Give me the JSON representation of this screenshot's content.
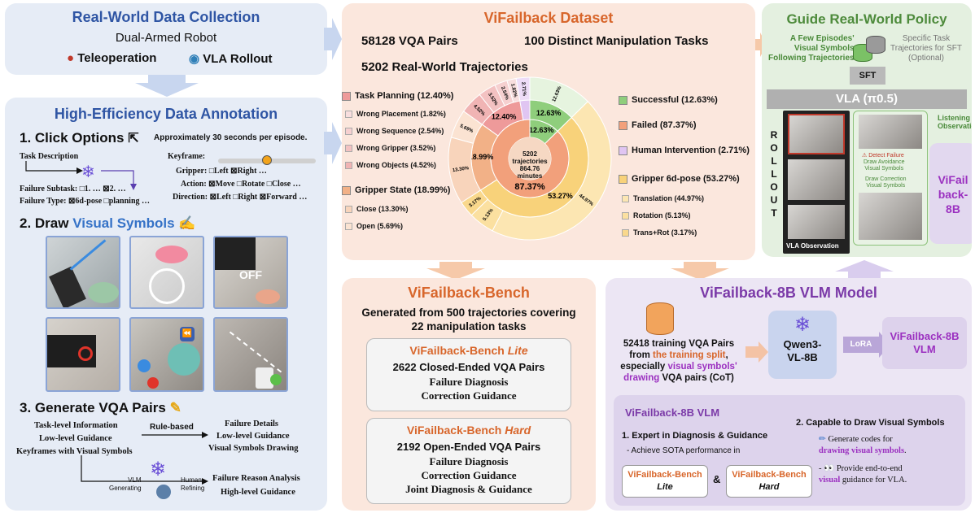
{
  "collection": {
    "title": "Real-World Data Collection",
    "subtitle": "Dual-Armed Robot",
    "teleop": "Teleoperation",
    "vla_rollout": "VLA Rollout"
  },
  "annotation": {
    "title": "High-Efficiency Data Annotation",
    "step1": "1. Click Options",
    "time_note": "Approximately 30 seconds per episode.",
    "task_desc": "Task Description",
    "failure_subtask": "Failure Subtask: □1. … ⊠2. …",
    "failure_type": "Failure Type: ⊠6d-pose □planning …",
    "keyframe": "Keyframe:",
    "gripper": "Gripper: □Left ⊠Right …",
    "action": "Action: ⊠Move □Rotate □Close …",
    "direction": "Direction: ⊠Left □Right ⊠Forward …",
    "step2_prefix": "2. Draw ",
    "step2_em": "Visual Symbols",
    "off_label": "OFF",
    "step3": "3. Generate VQA Pairs",
    "inputs": [
      "Task-level Information",
      "Low-level Guidance",
      "Keyframes with Visual Symbols"
    ],
    "rule_based": "Rule-based",
    "rule_outputs": [
      "Failure Details",
      "Low-level Guidance",
      "Visual Symbols Drawing"
    ],
    "vlm_generating": "VLM\nGenerating",
    "human_refining": "Human\nRefining",
    "vlm_outputs": [
      "Failure Reason Analysis",
      "High-level Guidance"
    ]
  },
  "dataset": {
    "title": "ViFailback Dataset",
    "stat1": "58128 VQA Pairs",
    "stat2": "100 Distinct Manipulation Tasks",
    "stat3": "5202 Real-World Trajectories",
    "center_line1": "5202",
    "center_line2": "trajectories",
    "center_line3": "864.76",
    "center_line4": "minutes",
    "legend_left": [
      {
        "label": "Task Planning (12.40%)",
        "color": "#ee9a9a",
        "main": true
      },
      {
        "label": "Wrong Placement (1.82%)",
        "color": "#f8dede",
        "main": false
      },
      {
        "label": "Wrong Sequence (2.54%)",
        "color": "#f6d0d0",
        "main": false
      },
      {
        "label": "Wrong Gripper (3.52%)",
        "color": "#f3c2c2",
        "main": false
      },
      {
        "label": "Wrong Objects (4.52%)",
        "color": "#f0b4b4",
        "main": false
      },
      {
        "label": "Gripper State (18.99%)",
        "color": "#f2b187",
        "main": true
      },
      {
        "label": "Close (13.30%)",
        "color": "#f8d4bb",
        "main": false
      },
      {
        "label": "Open (5.69%)",
        "color": "#fbe3d2",
        "main": false
      }
    ],
    "legend_right": [
      {
        "label": "Successful (12.63%)",
        "color": "#8fce7c",
        "main": true
      },
      {
        "label": "Failed (87.37%)",
        "color": "#f2a07b",
        "main": true
      },
      {
        "label": "Human Intervention (2.71%)",
        "color": "#e0c5f2",
        "main": true
      },
      {
        "label": "Gripper 6d-pose (53.27%)",
        "color": "#f8d27a",
        "main": true
      },
      {
        "label": "Translation (44.97%)",
        "color": "#fce6b2",
        "main": false
      },
      {
        "label": "Rotation (5.13%)",
        "color": "#fbe0a0",
        "main": false
      },
      {
        "label": "Trans+Rot (3.17%)",
        "color": "#f9d88c",
        "main": false
      }
    ]
  },
  "chart_data": {
    "type": "pie",
    "title": "",
    "rings": [
      {
        "ring": "inner",
        "slices": [
          {
            "label": "Successful",
            "value": 12.63,
            "color": "#8fce7c"
          },
          {
            "label": "Failed",
            "value": 87.37,
            "color": "#f2a07b"
          }
        ]
      },
      {
        "ring": "middle",
        "slices": [
          {
            "label": "Successful",
            "value": 12.63,
            "color": "#8fce7c"
          },
          {
            "label": "Gripper 6d-pose",
            "value": 53.27,
            "color": "#f8d27a"
          },
          {
            "label": "Gripper State",
            "value": 18.99,
            "color": "#f2b187"
          },
          {
            "label": "Task Planning",
            "value": 12.4,
            "color": "#ee9a9a"
          },
          {
            "label": "Human Intervention",
            "value": 2.71,
            "color": "#e0c5f2"
          }
        ]
      },
      {
        "ring": "outer",
        "slices": [
          {
            "label": "Successful",
            "value": 12.63,
            "color": "#e6f4df"
          },
          {
            "label": "Translation",
            "value": 44.97,
            "color": "#fce6b2"
          },
          {
            "label": "Rotation",
            "value": 5.13,
            "color": "#fbe0a0"
          },
          {
            "label": "Trans+Rot",
            "value": 3.17,
            "color": "#f9d88c"
          },
          {
            "label": "Close",
            "value": 13.3,
            "color": "#f8d4bb"
          },
          {
            "label": "Open",
            "value": 5.69,
            "color": "#fbe3d2"
          },
          {
            "label": "Wrong Objects",
            "value": 4.52,
            "color": "#f0b4b4"
          },
          {
            "label": "Wrong Gripper",
            "value": 3.52,
            "color": "#f3c2c2"
          },
          {
            "label": "Wrong Sequence",
            "value": 2.54,
            "color": "#f6d0d0"
          },
          {
            "label": "Wrong Placement",
            "value": 1.82,
            "color": "#f8dede"
          },
          {
            "label": "Human Intervention",
            "value": 2.71,
            "color": "#eeddf8"
          }
        ]
      }
    ],
    "data_labels": {
      "inner": [
        "12.63%",
        "87.37%"
      ],
      "middle": [
        "12.63%",
        "53.27%",
        "18.99%",
        "12.40%"
      ],
      "outer": [
        "12.63%",
        "44.97%",
        "5.13%",
        "3.17%",
        "13.30%",
        "5.69%",
        "4.52%",
        "3.52%",
        "2.54%",
        "1.82%",
        "2.71%"
      ]
    }
  },
  "policy": {
    "title": "Guide Real-World Policy",
    "few_episodes": "A Few Episodes'\nVisual Symbols\nFollowing Trajectories",
    "specific_task": "Specific Task\nTrajectories for SFT\n(Optional)",
    "sft": "SFT",
    "vla": "VLA (π0.5)",
    "listening": "Listening to\nObservation",
    "rollout_letters": [
      "R",
      "O",
      "L",
      "L",
      "O",
      "U",
      "T"
    ],
    "detect_failure": "Detect Failure",
    "draw_avoidance": "Draw Avoidance\nVisual Symbols",
    "draw_correction": "Draw Correction\nVisual Symbols",
    "vla_observation": "VLA Observation",
    "vifail_box": "ViFail\nback-\n8B"
  },
  "bench": {
    "title": "ViFailback-Bench",
    "desc": "Generated from 500 trajectories covering\n22 manipulation tasks",
    "lite_title": "ViFailback-Bench ",
    "lite_em": "Lite",
    "lite_count": "2622 Closed-Ended VQA Pairs",
    "lite_items": [
      "Failure Diagnosis",
      "Correction Guidance"
    ],
    "hard_title": "ViFailback-Bench ",
    "hard_em": "Hard",
    "hard_count": "2192 Open-Ended VQA Pairs",
    "hard_items": [
      "Failure Diagnosis",
      "Correction Guidance",
      "Joint Diagnosis & Guidance"
    ]
  },
  "model": {
    "title": "ViFailback-8B VLM Model",
    "train_l1": "52418 training VQA Pairs",
    "train_l2a": "from ",
    "train_l2b": "the training split",
    "train_l2c": ",",
    "train_l3a": "especially ",
    "train_l3b": "visual symbols'",
    "train_l4a": "drawing",
    "train_l4b": " VQA pairs (CoT)",
    "qwen": "Qwen3-\nVL-8B",
    "lora": "LoRA",
    "output": "ViFailback-8B\nVLM",
    "sub_title": "ViFailback-8B VLM",
    "c1": "1. Expert in Diagnosis & Guidance",
    "c1_desc": "- Achieve SOTA performance in",
    "c1_lite_a": "ViFailback-Bench",
    "c1_lite_b": "Lite",
    "amp": "&",
    "c1_hard_a": "ViFailback-Bench",
    "c1_hard_b": "Hard",
    "c2": "2. Capable to Draw Visual Symbols",
    "c2_d1a": "Generate codes for",
    "c2_d1b": "drawing visual symbols",
    "c2_d2a": "Provide end-to-end",
    "c2_d2b": "visual",
    "c2_d2c": " guidance for VLA."
  }
}
